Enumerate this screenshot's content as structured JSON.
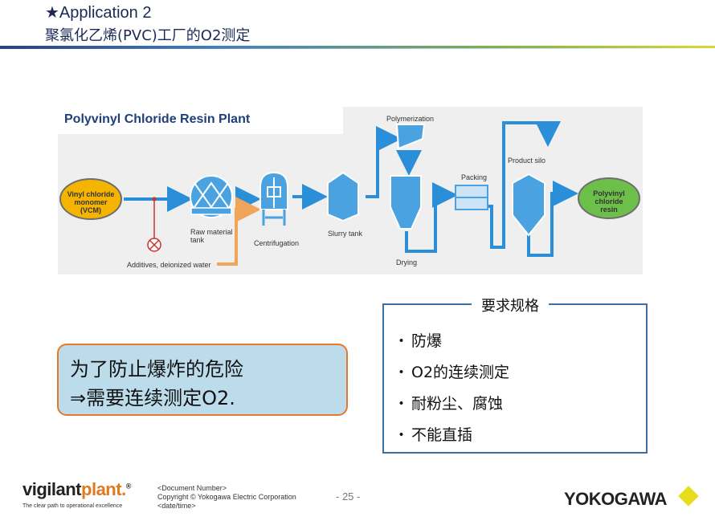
{
  "header": {
    "title": "★Application 2",
    "subtitle": "聚氯化乙烯(PVC)工厂的O2测定"
  },
  "diagram": {
    "title": "Polyvinyl Chloride Resin Plant",
    "vcm_label": [
      "Vinyl chloride",
      "monomer",
      "(VCM)"
    ],
    "raw_tank_label": [
      "Raw material",
      "tank"
    ],
    "centrifugation_label": "Centrifugation",
    "slurry_tank_label": "Slurry tank",
    "polymerization_label": "Polymerization",
    "drying_label": "Drying",
    "packing_label": "Packing",
    "product_silo_label": "Product silo",
    "pvc_label": [
      "Polyvinyl",
      "chloride",
      "resin"
    ],
    "additives_label": "Additives, deionized water",
    "colors": {
      "vcm": "#f5b400",
      "pvc": "#6cc04a",
      "pipe": "#2a8fd8",
      "water": "#f0a55a",
      "vessel": "#4aa3e0"
    }
  },
  "callout": {
    "line1": "为了防止爆炸的危险",
    "line2": "⇒需要连续测定O2."
  },
  "spec": {
    "heading": "要求规格",
    "bullet": "・",
    "items": [
      "防爆",
      "O2的连续测定",
      "耐粉尘、腐蚀",
      "不能直插"
    ]
  },
  "footer": {
    "brand_a": "vigilant",
    "brand_b": "plant",
    "brand_mark": ".",
    "registered": "®",
    "tagline": "The clear path to operational excellence",
    "doc_number": "<Document  Number>",
    "copyright": "Copyright © Yokogawa Electric Corporation",
    "datetime": "<date/time>",
    "page": "- 25 -",
    "company": "YOKOGAWA"
  }
}
